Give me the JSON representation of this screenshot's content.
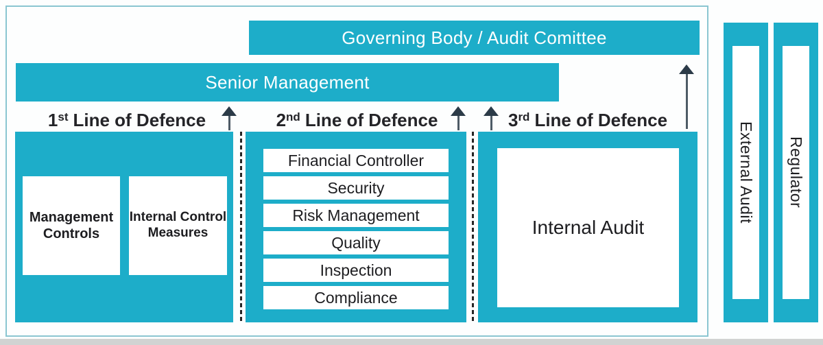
{
  "colors": {
    "teal": "#1dadc9",
    "border_teal": "#8ac6d1",
    "arrow_dark": "#2c3b48",
    "text_dark": "#1d1d20",
    "bar_text": "#ffffff",
    "bottom_strip": "#d1d3d2"
  },
  "bars": {
    "governing_body": "Governing Body / Audit Comittee",
    "senior_management": "Senior Management"
  },
  "defence_lines": [
    {
      "ordinal": "1",
      "suffix": "st",
      "label": "Line of Defence",
      "boxes": [
        "Management Controls",
        "Internal Control Measures"
      ]
    },
    {
      "ordinal": "2",
      "suffix": "nd",
      "label": "Line of Defence",
      "items": [
        "Financial Controller",
        "Security",
        "Risk Management",
        "Quality",
        "Inspection",
        "Compliance"
      ]
    },
    {
      "ordinal": "3",
      "suffix": "rd",
      "label": "Line of Defence",
      "box": "Internal Audit"
    }
  ],
  "external_bars": [
    {
      "label": "External Audit"
    },
    {
      "label": "Regulator"
    }
  ],
  "icons": {
    "up_arrow": "▲"
  }
}
